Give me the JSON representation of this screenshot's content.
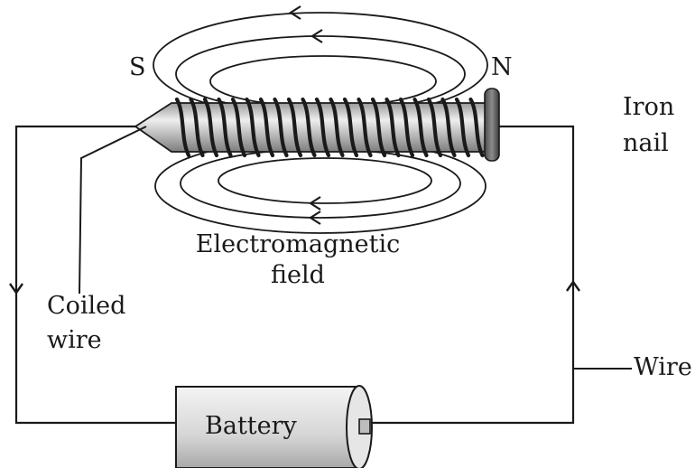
{
  "labels": {
    "south_pole": "S",
    "north_pole": "N",
    "iron_nail": [
      "Iron",
      "nail"
    ],
    "field": [
      "Electromagnetic",
      "field"
    ],
    "coiled_wire": [
      "Coiled",
      "wire"
    ],
    "wire": "Wire",
    "battery": "Battery"
  },
  "colors": {
    "line": "#1a1a1a",
    "nail_light": "#e4e4e4",
    "nail_dark": "#8a8a8a",
    "battery_light": "#f2f2f2",
    "battery_dark": "#9a9a9a"
  }
}
